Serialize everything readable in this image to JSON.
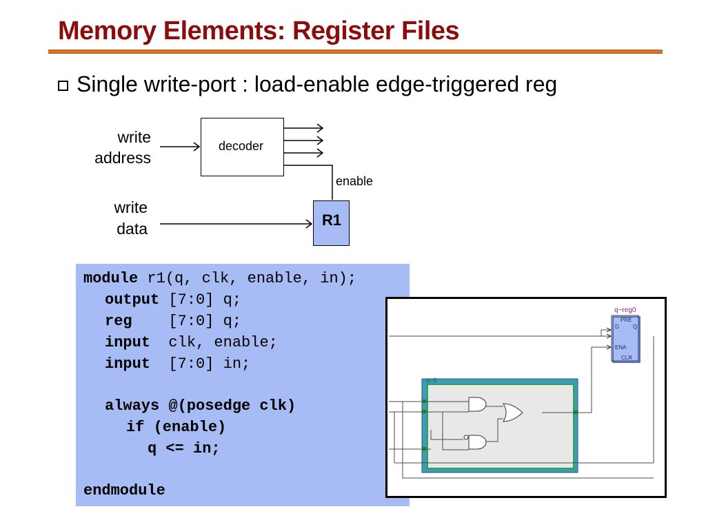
{
  "slide": {
    "title": "Memory Elements: Register Files",
    "bullet": "Single write-port : load-enable edge-triggered reg"
  },
  "diagram": {
    "write_address_line1": "write",
    "write_address_line2": "address",
    "decoder_label": "decoder",
    "enable_label": "enable",
    "write_data_line1": "write",
    "write_data_line2": "data",
    "register_label": "R1"
  },
  "code": {
    "line1_kw": "module",
    "line1_rest": " r1(q, clk, enable, in);",
    "line2_kw": "output",
    "line2_rest": " [7:0] q;",
    "line3_kw": "reg",
    "line3_rest": "    [7:0] q;",
    "line4_kw": "input",
    "line4_rest": "  clk, enable;",
    "line5_kw": "input",
    "line5_rest": "  [7:0] in;",
    "line6": "always @(posedge clk)",
    "line7": "if (enable)",
    "line8": "q <= in;",
    "line9": "endmodule"
  },
  "schematic": {
    "reg_label": "q~reg0",
    "pin_pre": "PRE",
    "pin_d": "D",
    "pin_q": "Q",
    "pin_ena": "ENA",
    "pin_clr": "CLR",
    "mux_label": "q~0"
  }
}
